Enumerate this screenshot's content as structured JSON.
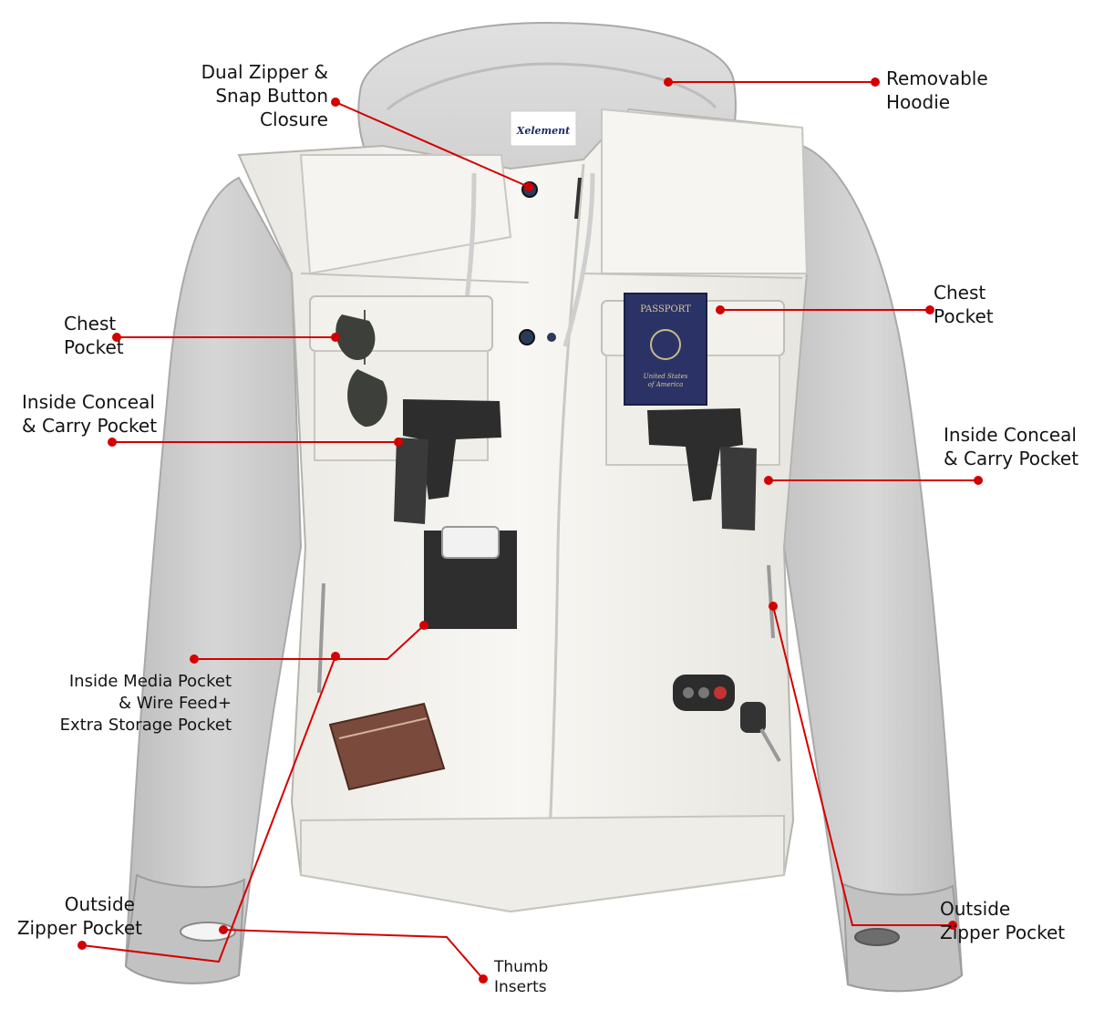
{
  "callouts": {
    "dual_zipper": [
      "Dual Zipper &",
      "Snap Button",
      "Closure"
    ],
    "removable_hoodie": [
      "Removable",
      "Hoodie"
    ],
    "chest_pocket_left": [
      "Chest",
      "Pocket"
    ],
    "chest_pocket_right": [
      "Chest",
      "Pocket"
    ],
    "conceal_left": [
      "Inside Conceal",
      "& Carry Pocket"
    ],
    "conceal_right": [
      "Inside Conceal",
      "& Carry Pocket"
    ],
    "media_pocket": [
      "Inside Media Pocket",
      "& Wire Feed+",
      "Extra Storage Pocket"
    ],
    "zipper_pocket_left": [
      "Outside",
      "Zipper Pocket"
    ],
    "zipper_pocket_right": [
      "Outside",
      "Zipper Pocket"
    ],
    "thumb_inserts": [
      "Thumb",
      "Inserts"
    ]
  },
  "brand_tag": "Xelement",
  "passport": {
    "title": "PASSPORT",
    "country_line1": "United States",
    "country_line2": "of America"
  },
  "colors": {
    "callout_line": "#d40000",
    "jacket_body": "#f3f2ee",
    "sleeve": "#c9c9c9",
    "passport": "#2b3366"
  }
}
